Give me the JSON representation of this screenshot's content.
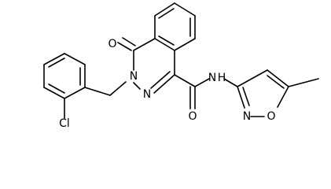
{
  "molecule": {
    "atoms": {
      "oxygen_carbonyl": "O",
      "nitrogen_n3": "N",
      "nitrogen_n2": "N",
      "chlorine": "Cl",
      "oxygen_amide": "O",
      "nitrogen_amide": "N",
      "hydrogen_amide": "H",
      "nitrogen_isoxazole": "N",
      "oxygen_isoxazole": "O"
    }
  },
  "colors": {
    "bond": "#000000",
    "background": "#ffffff"
  }
}
